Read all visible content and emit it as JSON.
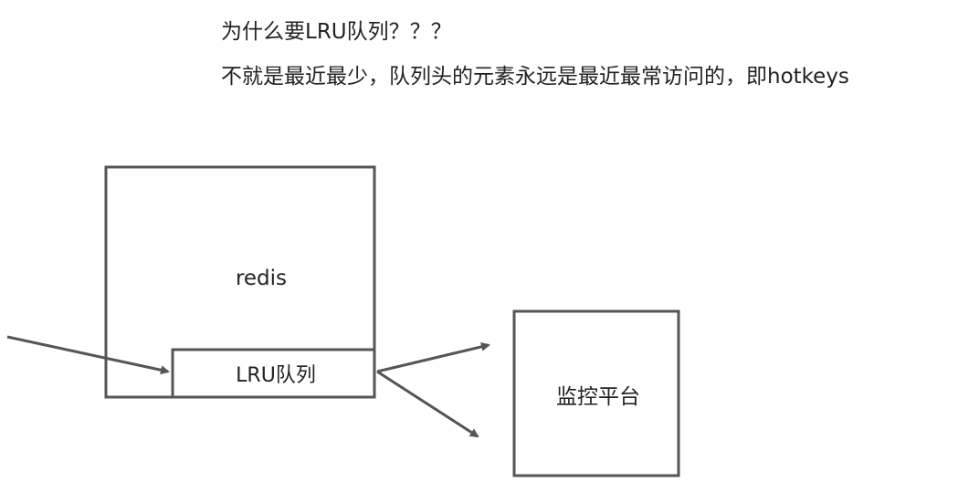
{
  "notes": {
    "line1": "为什么要LRU队列？？？",
    "line2": "不就是最近最少，队列头的元素永远是最近最常访问的，即hotkeys"
  },
  "diagram": {
    "redis_label": "redis",
    "lru_label": "LRU队列",
    "platform_label": "监控平台"
  },
  "colors": {
    "stroke": "#555555",
    "text": "#222222",
    "background": "#ffffff"
  }
}
